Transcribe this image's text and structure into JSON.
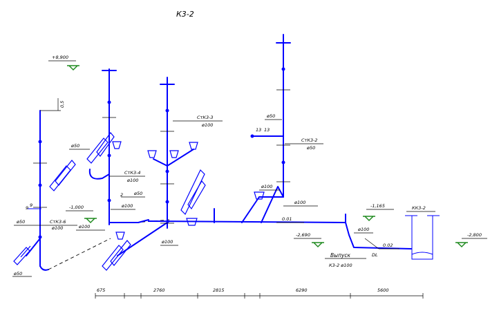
{
  "title": "К3-2",
  "colors": {
    "pipe": "#0000ff",
    "ink": "#000000",
    "level": "#1f8a1f"
  },
  "levels": {
    "top": "+8,900",
    "l1": "-1,000",
    "l2": "-1,165",
    "l3": "-2,690",
    "l4": "-2,800"
  },
  "risers": {
    "st6": "СтК3-6",
    "st4": "СтК3-4",
    "st3": "СтК3-3",
    "st2": "СтК3-2"
  },
  "diam": {
    "d100": "ø100",
    "d50": "ø50"
  },
  "dims": {
    "d05": "0,5",
    "n9a": "9",
    "n9b": "9",
    "n2": "2",
    "n13a": "13",
    "n13b": "13"
  },
  "slopes": {
    "s1": "0.01",
    "s2": "0.02"
  },
  "outlet": {
    "label": "Выпуск",
    "sub": "К3-2  ø100",
    "dl": "DL"
  },
  "well": "КК3-2",
  "segments": [
    "675",
    "2760",
    "2815",
    "6290",
    "5600"
  ]
}
